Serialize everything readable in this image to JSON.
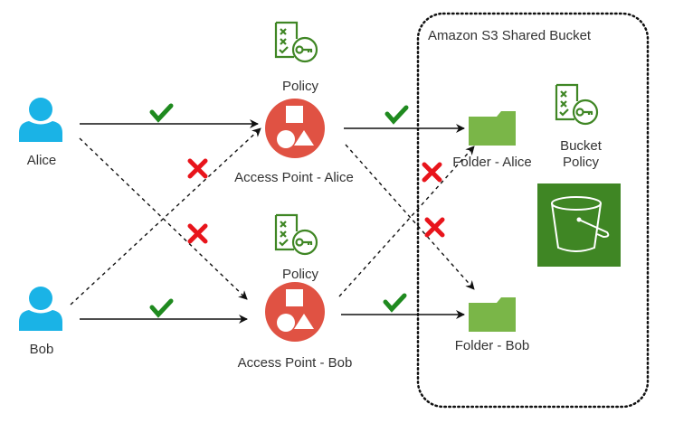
{
  "diagram": {
    "container": {
      "title": "Amazon S3 Shared Bucket"
    },
    "users": [
      {
        "id": "alice",
        "label": "Alice"
      },
      {
        "id": "bob",
        "label": "Bob"
      }
    ],
    "access_points": [
      {
        "id": "ap-alice",
        "label": "Access Point - Alice",
        "policy_label": "Policy"
      },
      {
        "id": "ap-bob",
        "label": "Access Point -  Bob",
        "policy_label": "Policy"
      }
    ],
    "folders": [
      {
        "id": "folder-alice",
        "label": "Folder - Alice"
      },
      {
        "id": "folder-bob",
        "label": "Folder - Bob"
      }
    ],
    "bucket_policy": {
      "label_line1": "Bucket",
      "label_line2": "Policy"
    },
    "connections": [
      {
        "from": "Alice",
        "to": "Access Point - Alice",
        "style": "solid",
        "status": "allowed"
      },
      {
        "from": "Alice",
        "to": "Access Point - Bob",
        "style": "dashed",
        "status": "denied"
      },
      {
        "from": "Bob",
        "to": "Access Point - Alice",
        "style": "dashed",
        "status": "denied"
      },
      {
        "from": "Bob",
        "to": "Access Point - Bob",
        "style": "solid",
        "status": "allowed"
      },
      {
        "from": "Access Point - Alice",
        "to": "Folder - Alice",
        "style": "solid",
        "status": "allowed"
      },
      {
        "from": "Access Point - Alice",
        "to": "Folder - Bob",
        "style": "dashed",
        "status": "denied"
      },
      {
        "from": "Access Point - Bob",
        "to": "Folder - Alice",
        "style": "dashed",
        "status": "denied"
      },
      {
        "from": "Access Point - Bob",
        "to": "Folder - Bob",
        "style": "solid",
        "status": "allowed"
      }
    ],
    "colors": {
      "user": "#1ab3e6",
      "access_point": "#e05243",
      "policy": "#3f8624",
      "folder": "#7ab648",
      "bucket": "#3f8624",
      "allowed": "#1f8a1f",
      "denied": "#e8141b"
    }
  }
}
